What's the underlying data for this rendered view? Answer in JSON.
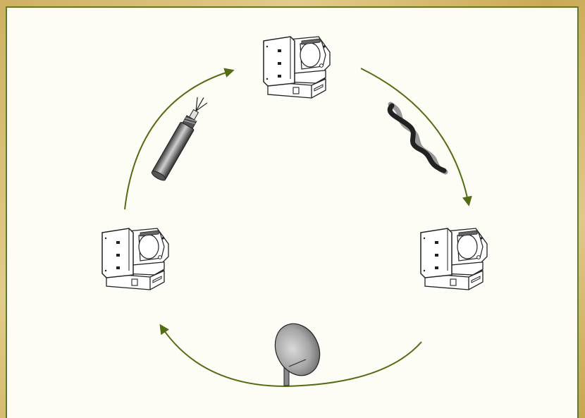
{
  "colors": {
    "arrow": "#556b14",
    "frame_border": "#5f7d1e",
    "panel_background": "#fdfdf5",
    "background": "#d8c07a"
  },
  "nodes": [
    {
      "id": "top",
      "icon": "robotic-camera-icon"
    },
    {
      "id": "right",
      "icon": "robotic-camera-icon"
    },
    {
      "id": "left",
      "icon": "robotic-camera-icon"
    }
  ],
  "links": [
    {
      "from": "top",
      "to": "right",
      "medium": "twisted-pair-cable-icon"
    },
    {
      "from": "right",
      "to": "left",
      "medium": "satellite-dish-icon"
    },
    {
      "from": "left",
      "to": "top",
      "medium": "coaxial-cable-icon"
    }
  ]
}
